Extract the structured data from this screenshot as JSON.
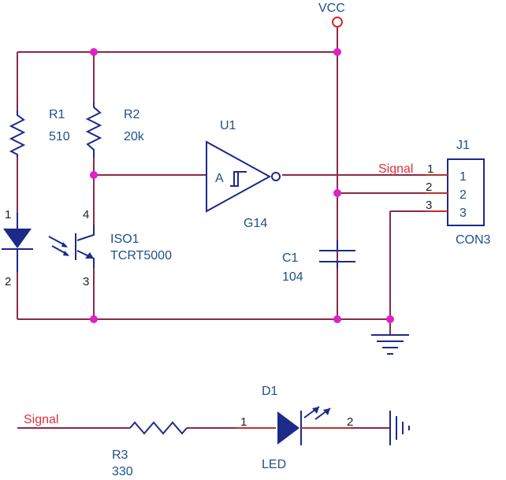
{
  "power": {
    "label": "VCC"
  },
  "r1": {
    "ref": "R1",
    "value": "510"
  },
  "r2": {
    "ref": "R2",
    "value": "20k"
  },
  "u1": {
    "ref": "U1",
    "value": "G14",
    "input": "A"
  },
  "iso1": {
    "ref": "ISO1",
    "value": "TCRT5000",
    "pins": [
      "1",
      "2",
      "4",
      "3"
    ]
  },
  "c1": {
    "ref": "C1",
    "value": "104"
  },
  "j1": {
    "ref": "J1",
    "value": "CON3",
    "pins": [
      "1",
      "2",
      "3"
    ],
    "outer_pins": [
      "1",
      "2",
      "3"
    ]
  },
  "signal_net": "Signal",
  "r3": {
    "ref": "R3",
    "value": "330"
  },
  "d1": {
    "ref": "D1",
    "value": "LED",
    "pins": [
      "1",
      "2"
    ]
  }
}
